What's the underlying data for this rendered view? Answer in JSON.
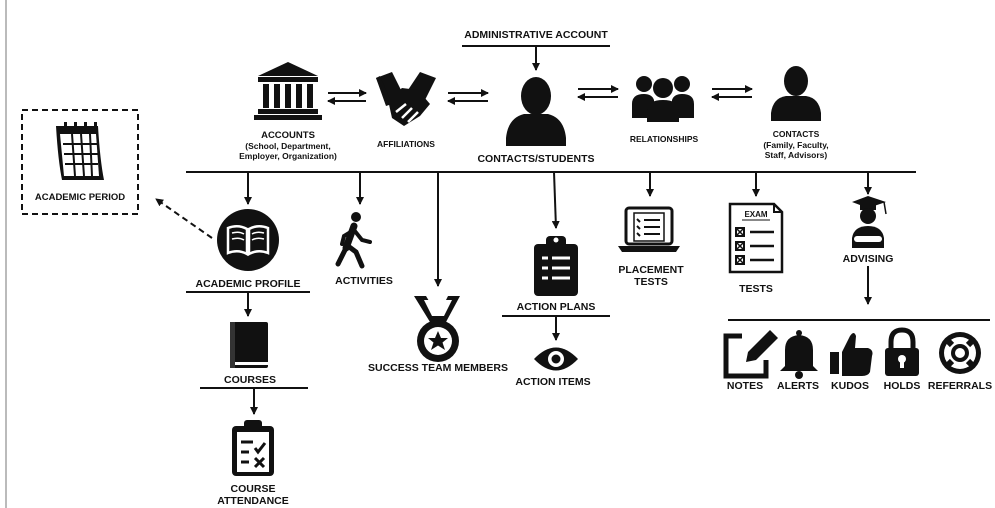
{
  "nodes": {
    "administrative_account": "ADMINISTRATIVE ACCOUNT",
    "accounts": "ACCOUNTS",
    "accounts_sub_1": "(School, Department,",
    "accounts_sub_2": "Employer, Organization)",
    "affiliations": "AFFILIATIONS",
    "contacts_students": "CONTACTS/STUDENTS",
    "relationships": "RELATIONSHIPS",
    "contacts": "CONTACTS",
    "contacts_sub_1": "(Family, Faculty,",
    "contacts_sub_2": "Staff, Advisors)",
    "academic_period": "ACADEMIC PERIOD",
    "academic_profile": "ACADEMIC PROFILE",
    "activities": "ACTIVITIES",
    "success_team_members": "SUCCESS TEAM MEMBERS",
    "action_plans": "ACTION PLANS",
    "action_items": "ACTION ITEMS",
    "placement_tests_1": "PLACEMENT",
    "placement_tests_2": "TESTS",
    "tests": "TESTS",
    "advising": "ADVISING",
    "courses": "COURSES",
    "course_attendance_1": "COURSE",
    "course_attendance_2": "ATTENDANCE",
    "notes": "NOTES",
    "alerts": "ALERTS",
    "kudos": "KUDOS",
    "holds": "HOLDS",
    "referrals": "REFERRALS",
    "exam_text": "EXAM"
  },
  "icons": {
    "accounts": "bank-building-icon",
    "affiliations": "handshake-icon",
    "contacts_students": "person-icon",
    "relationships": "group-icon",
    "contacts": "person-icon",
    "academic_period": "calendar-icon",
    "academic_profile": "open-book-icon",
    "activities": "walking-person-icon",
    "success_team_members": "medal-icon",
    "action_plans": "clipboard-icon",
    "action_items": "eye-icon",
    "placement_tests": "laptop-checklist-icon",
    "tests": "exam-sheet-icon",
    "advising": "graduate-icon",
    "courses": "book-icon",
    "course_attendance": "clipboard-check-icon",
    "notes": "edit-note-icon",
    "alerts": "bell-icon",
    "kudos": "thumbs-up-icon",
    "holds": "padlock-icon",
    "referrals": "lifebuoy-icon"
  },
  "colors": {
    "ink": "#111111",
    "background": "#ffffff"
  }
}
